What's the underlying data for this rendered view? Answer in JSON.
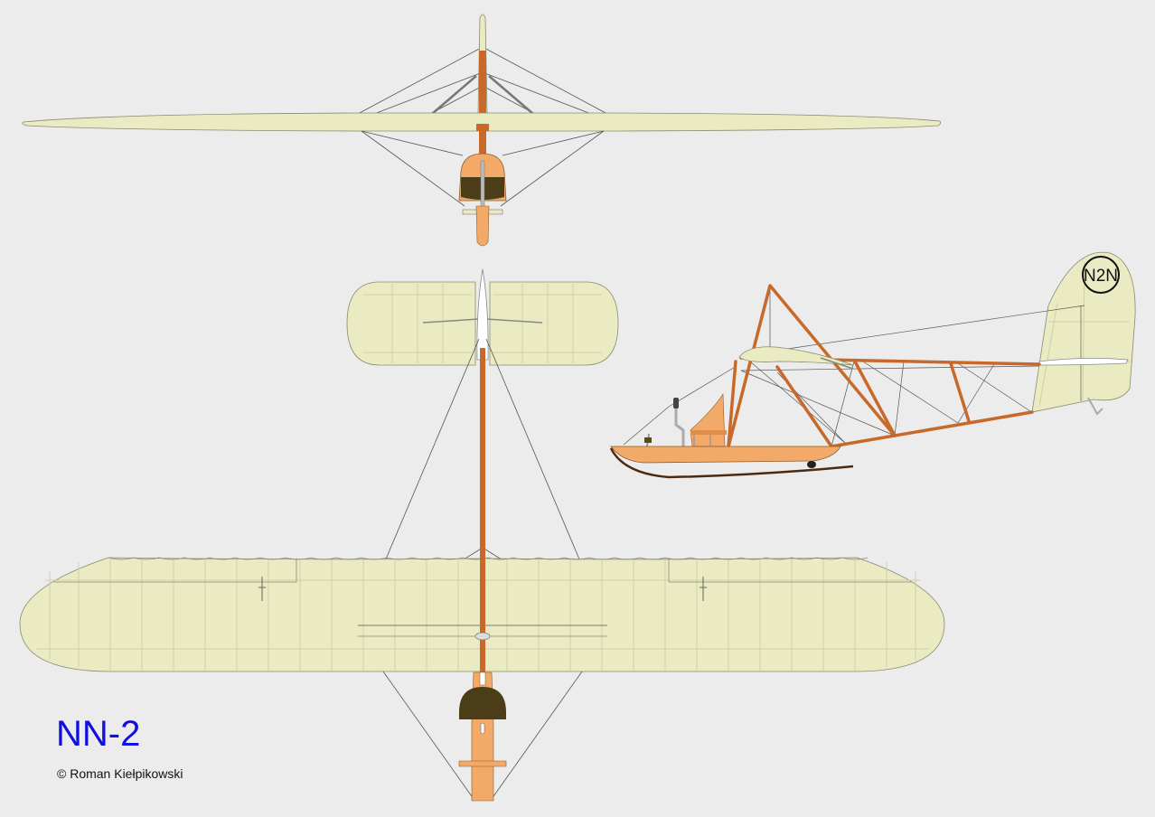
{
  "title": "NN-2",
  "credit": "© Roman Kiełpikowski",
  "tail_marking": "N2N",
  "colors": {
    "background": "#ececec",
    "fabric": "#ebebc3",
    "fabric_stroke": "#8a8a70",
    "wood": "#c8692a",
    "fuselage": "#f3a968",
    "seat": "#4b3d17",
    "title_text": "#1010e0"
  },
  "views": [
    "front-view",
    "top-view",
    "side-view"
  ]
}
